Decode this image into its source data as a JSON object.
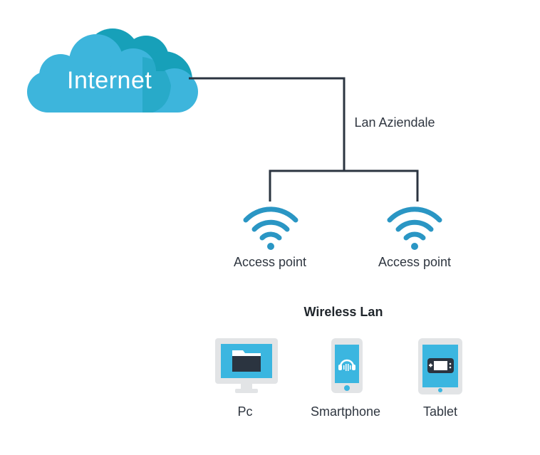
{
  "cloud": {
    "label": "Internet"
  },
  "network": {
    "label": "Lan Aziendale"
  },
  "access_points": [
    {
      "label": "Access point"
    },
    {
      "label": "Access point"
    }
  ],
  "wireless": {
    "title": "Wireless Lan"
  },
  "devices": [
    {
      "label": "Pc",
      "icon": "folder-icon"
    },
    {
      "label": "Smartphone",
      "icon": "headphones-icon"
    },
    {
      "label": "Tablet",
      "icon": "gamepad-icon"
    }
  ],
  "colors": {
    "cloud_light": "#3db5dc",
    "cloud_dark": "#17a0b9",
    "wifi": "#2a96c4",
    "line": "#2b3440",
    "screen": "#3bb6e0",
    "device_frame": "#e2e4e6"
  }
}
